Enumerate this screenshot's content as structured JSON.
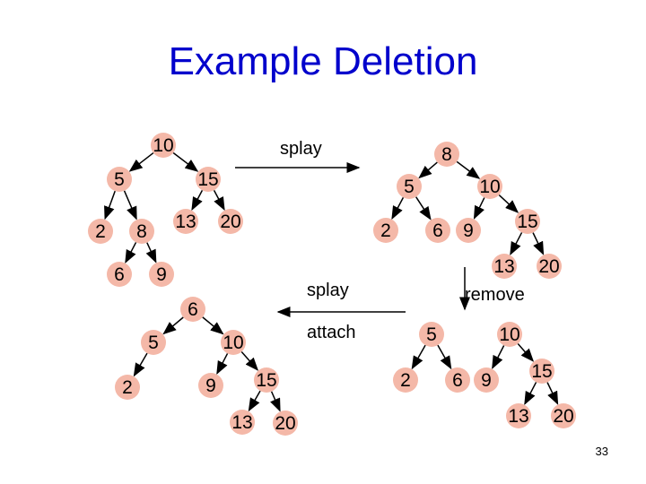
{
  "title": "Example Deletion",
  "page_number": "33",
  "node_color": "#f4b8a8",
  "ops": {
    "splay_top": "splay",
    "splay_mid": "splay",
    "remove": "remove",
    "attach": "attach"
  },
  "trees": [
    {
      "name": "tree-1",
      "nodes": [
        "10",
        "5",
        "15",
        "2",
        "8",
        "13",
        "20",
        "6",
        "9"
      ],
      "edges": [
        [
          "10",
          "5"
        ],
        [
          "10",
          "15"
        ],
        [
          "5",
          "2"
        ],
        [
          "5",
          "8"
        ],
        [
          "15",
          "13"
        ],
        [
          "15",
          "20"
        ],
        [
          "8",
          "6"
        ],
        [
          "8",
          "9"
        ]
      ]
    },
    {
      "name": "tree-2",
      "nodes": [
        "8",
        "5",
        "10",
        "2",
        "6",
        "9",
        "15",
        "13",
        "20"
      ],
      "edges": [
        [
          "8",
          "5"
        ],
        [
          "8",
          "10"
        ],
        [
          "5",
          "2"
        ],
        [
          "5",
          "6"
        ],
        [
          "10",
          "9"
        ],
        [
          "10",
          "15"
        ],
        [
          "15",
          "13"
        ],
        [
          "15",
          "20"
        ]
      ]
    },
    {
      "name": "tree-3",
      "nodes": [
        "5",
        "10",
        "2",
        "6",
        "9",
        "15",
        "13",
        "20"
      ],
      "edges": [
        [
          "5",
          "2"
        ],
        [
          "5",
          "6"
        ],
        [
          "10",
          "9"
        ],
        [
          "10",
          "15"
        ],
        [
          "15",
          "13"
        ],
        [
          "15",
          "20"
        ]
      ]
    },
    {
      "name": "tree-4",
      "nodes": [
        "6",
        "5",
        "10",
        "2",
        "9",
        "15",
        "13",
        "20"
      ],
      "edges": [
        [
          "6",
          "5"
        ],
        [
          "6",
          "10"
        ],
        [
          "5",
          "2"
        ],
        [
          "10",
          "9"
        ],
        [
          "10",
          "15"
        ],
        [
          "15",
          "13"
        ],
        [
          "15",
          "20"
        ]
      ]
    }
  ]
}
